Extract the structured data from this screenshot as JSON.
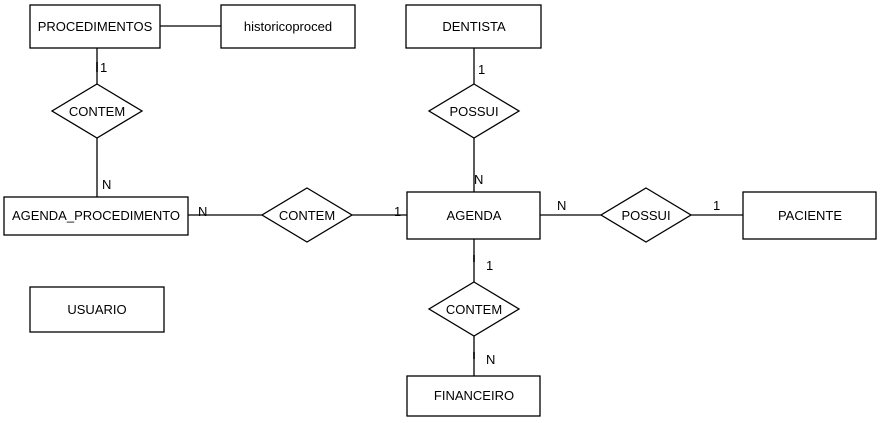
{
  "entities": {
    "procedimentos": "PROCEDIMENTOS",
    "historicoproced": "historicoproced",
    "dentista": "DENTISTA",
    "agenda_procedimento": "AGENDA_PROCEDIMENTO",
    "agenda": "AGENDA",
    "paciente": "PACIENTE",
    "usuario": "USUARIO",
    "financeiro": "FINANCEIRO"
  },
  "relationships": {
    "contem_proc": "CONTEM",
    "possui_dentista": "POSSUI",
    "contem_agenda_proc": "CONTEM",
    "possui_paciente": "POSSUI",
    "contem_financeiro": "CONTEM"
  },
  "cardinalities": {
    "proc_top": "1",
    "proc_bottom": "N",
    "dentista_top": "1",
    "dentista_bottom": "N",
    "agproc_left": "N",
    "agproc_right": "1",
    "paciente_left": "N",
    "paciente_right": "1",
    "fin_top": "1",
    "fin_bottom": "N"
  }
}
